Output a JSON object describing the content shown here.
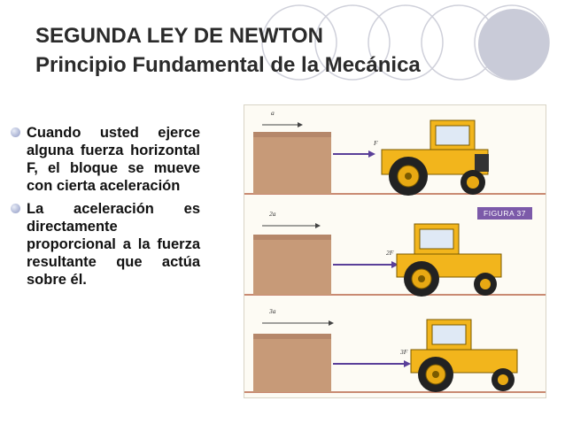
{
  "slide": {
    "title_line1": "SEGUNDA LEY DE NEWTON",
    "title_line2": "Principio Fundamental de la Mecánica",
    "bullets": [
      "Cuando usted ejerce alguna fuerza horizontal F, el bloque se mueve con cierta aceleración",
      " La aceleración es directamente proporcional a la fuerza resultante que actúa sobre él."
    ]
  },
  "figure": {
    "tag": "FIGURA 37",
    "panels": [
      {
        "accel_label": "a",
        "force_label": "F"
      },
      {
        "accel_label": "2a",
        "force_label": "2F"
      },
      {
        "accel_label": "3a",
        "force_label": "3F"
      }
    ]
  },
  "colors": {
    "circle": "#c9cbd8",
    "tractor": "#f2b51c",
    "arrow": "#5a3f99"
  }
}
